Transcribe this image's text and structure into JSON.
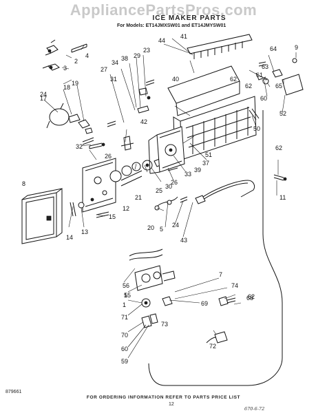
{
  "header": {
    "watermark": "AppliancePartsPros.com",
    "title": "ICE MAKER PARTS",
    "models": "For Models: ET14JMXSW01  and ET14JMYSW01"
  },
  "footer": {
    "note": "FOR ORDERING INFORMATION REFER TO PARTS PRICE LIST",
    "doc_number": "879661",
    "page_number": "12",
    "handwritten": "670-6-72"
  },
  "callouts": [
    "1",
    "2",
    "3",
    "4",
    "5",
    "7",
    "8",
    "9",
    "11",
    "12",
    "13",
    "14",
    "15",
    "17",
    "18",
    "19",
    "20",
    "21",
    "23",
    "24",
    "25",
    "26",
    "27",
    "29",
    "30",
    "31",
    "32",
    "33",
    "34",
    "37",
    "38",
    "39",
    "40",
    "41",
    "42",
    "43",
    "44",
    "50",
    "51",
    "52",
    "55",
    "56",
    "59",
    "60",
    "61",
    "62",
    "63",
    "64",
    "65",
    "68",
    "69",
    "70",
    "71",
    "72",
    "73",
    "74"
  ]
}
